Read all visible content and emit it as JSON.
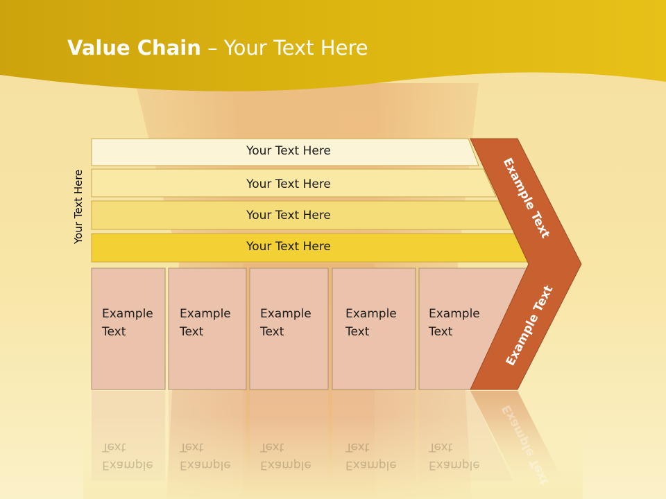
{
  "title": {
    "bold": "Value Chain",
    "rest": " – Your Text Here"
  },
  "side_label": "Your Text Here",
  "bars": [
    {
      "label": "Your Text Here",
      "color": "#fcf4d6"
    },
    {
      "label": "Your Text Here",
      "color": "#fae9a4"
    },
    {
      "label": "Your Text Here",
      "color": "#f5dd79"
    },
    {
      "label": "Your Text Here",
      "color": "#f3d033"
    }
  ],
  "cells": [
    {
      "line1": "Example",
      "line2": "Text"
    },
    {
      "line1": "Example",
      "line2": "Text"
    },
    {
      "line1": "Example",
      "line2": "Text"
    },
    {
      "line1": "Example",
      "line2": "Text"
    },
    {
      "line1": "Example",
      "line2": "Text"
    }
  ],
  "chevron": {
    "top": "Example Text",
    "bottom": "Example Text",
    "color": "#c8612f"
  },
  "colors": {
    "header": "#dfb80f",
    "background": "#f8e9a8",
    "cell": "#ebc2ac"
  }
}
